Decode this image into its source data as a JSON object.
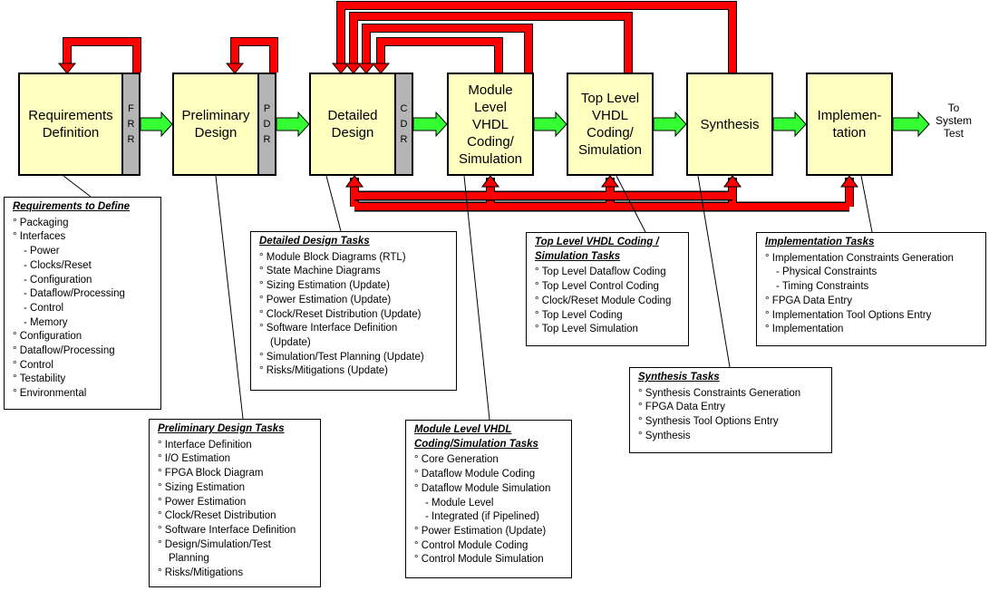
{
  "colors": {
    "box_fill": "#ffffc0",
    "review_fill": "#b4b4b4",
    "arrow_green": "#33ff33",
    "loop_red": "#ff0000"
  },
  "stages": [
    {
      "id": "req",
      "label": "Requirements\nDefinition"
    },
    {
      "id": "pre",
      "label": "Preliminary\nDesign"
    },
    {
      "id": "det",
      "label": "Detailed\nDesign"
    },
    {
      "id": "mod",
      "label": "Module\nLevel\nVHDL\nCoding/\nSimulation"
    },
    {
      "id": "top",
      "label": "Top Level\nVHDL\nCoding/\nSimulation"
    },
    {
      "id": "syn",
      "label": "Synthesis"
    },
    {
      "id": "imp",
      "label": "Implemen-\ntation"
    }
  ],
  "reviews": [
    {
      "label": "FRR",
      "letters": [
        "F",
        "R",
        "R"
      ]
    },
    {
      "label": "PDR",
      "letters": [
        "P",
        "D",
        "R"
      ]
    },
    {
      "label": "CDR",
      "letters": [
        "C",
        "D",
        "R"
      ]
    }
  ],
  "output_label": "To\nSystem\nTest",
  "task_boxes": [
    {
      "title": "Requirements to Define",
      "items": [
        {
          "text": "Packaging",
          "level": 0
        },
        {
          "text": "Interfaces",
          "level": 0
        },
        {
          "text": "Power",
          "level": 1
        },
        {
          "text": "Clocks/Reset",
          "level": 1
        },
        {
          "text": "Configuration",
          "level": 1
        },
        {
          "text": "Dataflow/Processing",
          "level": 1
        },
        {
          "text": "Control",
          "level": 1
        },
        {
          "text": "Memory",
          "level": 1
        },
        {
          "text": "Configuration",
          "level": 0
        },
        {
          "text": "Dataflow/Processing",
          "level": 0
        },
        {
          "text": "Control",
          "level": 0
        },
        {
          "text": "Testability",
          "level": 0
        },
        {
          "text": "Environmental",
          "level": 0
        }
      ]
    },
    {
      "title": "Preliminary Design Tasks",
      "items": [
        {
          "text": "Interface Definition",
          "level": 0
        },
        {
          "text": "I/O Estimation",
          "level": 0
        },
        {
          "text": "FPGA Block Diagram",
          "level": 0
        },
        {
          "text": "Sizing Estimation",
          "level": 0
        },
        {
          "text": "Power Estimation",
          "level": 0
        },
        {
          "text": "Clock/Reset Distribution",
          "level": 0
        },
        {
          "text": "Software Interface Definition",
          "level": 0
        },
        {
          "text": "Design/Simulation/Test",
          "level": 0
        },
        {
          "text": "Planning",
          "level": 2
        },
        {
          "text": "Risks/Mitigations",
          "level": 0
        }
      ]
    },
    {
      "title": "Detailed Design Tasks",
      "items": [
        {
          "text": "Module Block Diagrams (RTL)",
          "level": 0
        },
        {
          "text": "State Machine Diagrams",
          "level": 0
        },
        {
          "text": "Sizing Estimation (Update)",
          "level": 0
        },
        {
          "text": "Power Estimation (Update)",
          "level": 0
        },
        {
          "text": "Clock/Reset Distribution (Update)",
          "level": 0
        },
        {
          "text": "Software Interface Definition",
          "level": 0
        },
        {
          "text": "(Update)",
          "level": 2
        },
        {
          "text": "Simulation/Test Planning (Update)",
          "level": 0
        },
        {
          "text": "Risks/Mitigations (Update)",
          "level": 0
        }
      ]
    },
    {
      "title": "Module Level VHDL\nCoding/Simulation Tasks",
      "items": [
        {
          "text": "Core Generation",
          "level": 0
        },
        {
          "text": "Dataflow Module Coding",
          "level": 0
        },
        {
          "text": "Dataflow Module Simulation",
          "level": 0
        },
        {
          "text": "Module Level",
          "level": 1
        },
        {
          "text": "Integrated (if Pipelined)",
          "level": 1
        },
        {
          "text": "Power Estimation (Update)",
          "level": 0
        },
        {
          "text": "Control Module Coding",
          "level": 0
        },
        {
          "text": "Control Module Simulation",
          "level": 0
        }
      ]
    },
    {
      "title": "Top Level VHDL Coding /\nSimulation Tasks",
      "items": [
        {
          "text": "Top Level Dataflow Coding",
          "level": 0
        },
        {
          "text": "Top Level Control Coding",
          "level": 0
        },
        {
          "text": "Clock/Reset Module Coding",
          "level": 0
        },
        {
          "text": "Top Level Coding",
          "level": 0
        },
        {
          "text": "Top Level Simulation",
          "level": 0
        }
      ]
    },
    {
      "title": "Synthesis Tasks",
      "items": [
        {
          "text": "Synthesis Constraints Generation",
          "level": 0
        },
        {
          "text": "FPGA Data Entry",
          "level": 0
        },
        {
          "text": "Synthesis Tool Options Entry",
          "level": 0
        },
        {
          "text": "Synthesis",
          "level": 0
        }
      ]
    },
    {
      "title": "Implementation Tasks",
      "items": [
        {
          "text": "Implementation Constraints Generation",
          "level": 0
        },
        {
          "text": "Physical Constraints",
          "level": 1
        },
        {
          "text": "Timing Constraints",
          "level": 1
        },
        {
          "text": "FPGA Data Entry",
          "level": 0
        },
        {
          "text": "Implementation Tool Options Entry",
          "level": 0
        },
        {
          "text": "Implementation",
          "level": 0
        }
      ]
    }
  ]
}
